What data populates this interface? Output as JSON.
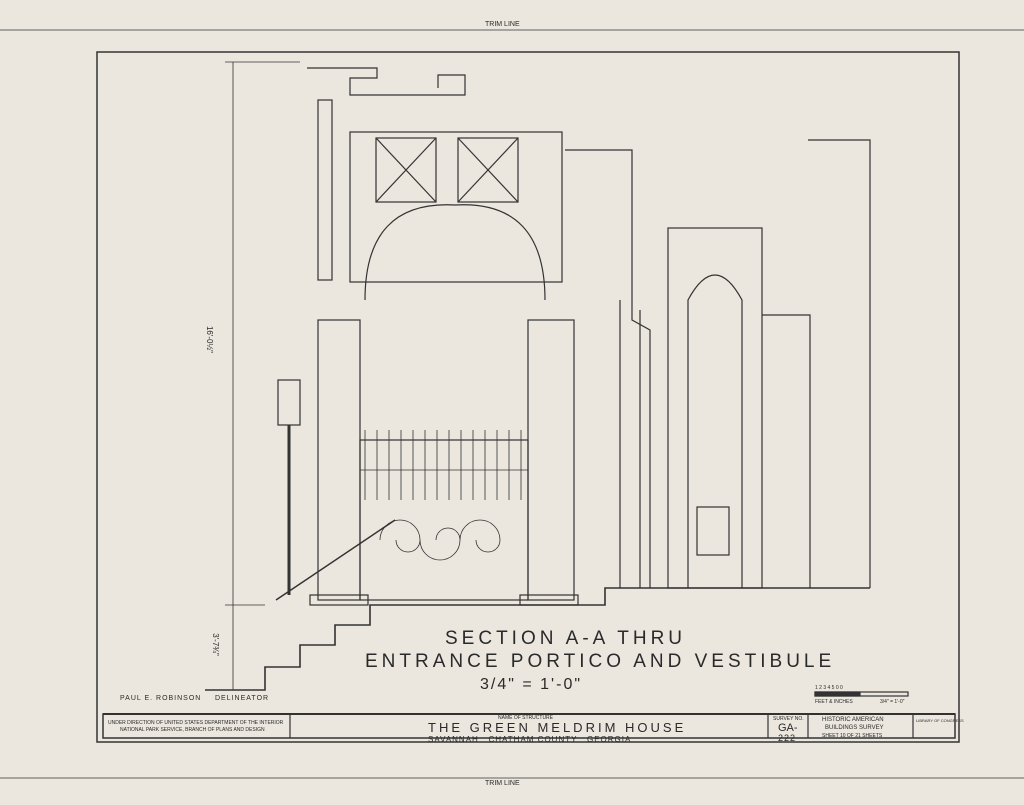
{
  "trim_line_top": "TRIM LINE",
  "trim_line_bottom": "TRIM LINE",
  "dimensions": {
    "overall_height": "16'-0½\"",
    "step_height": "3'-7¾\""
  },
  "section_title": "SECTION A-A THRU",
  "section_subtitle": "ENTRANCE PORTICO AND VESTIBULE",
  "drawing_scale": "3/4\" = 1'-0\"",
  "delineator": "PAUL E. ROBINSON",
  "delineator_label": "DELINEATOR",
  "graphic_scale": {
    "label_top": "1 2 3 4 5 0 0",
    "label_left": "FEET & INCHES",
    "label_right": "3/4\" = 1'-0\""
  },
  "title_block": {
    "agency_line1": "UNDER DIRECTION OF UNITED STATES DEPARTMENT OF THE INTERIOR",
    "agency_line2": "NATIONAL PARK SERVICE, BRANCH OF PLANS AND DESIGN",
    "name_label": "NAME OF STRUCTURE",
    "structure_name": "THE GREEN MELDRIM HOUSE",
    "location": "SAVANNAH   CHATHAM COUNTY   GEORGIA",
    "survey_label": "SURVEY NO.",
    "survey_no_1": "GA-",
    "survey_no_2": "222",
    "habs_line1": "HISTORIC AMERICAN",
    "habs_line2": "BUILDINGS SURVEY",
    "sheet": "SHEET 10 OF 21 SHEETS",
    "library": "LIBRARY OF CONGRESS"
  }
}
